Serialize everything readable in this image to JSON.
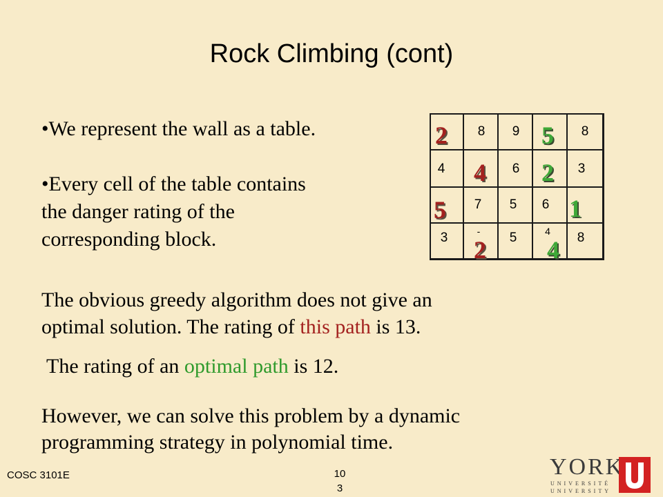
{
  "slide": {
    "title": "Rock Climbing (cont)",
    "bullet1": "•We represent the wall as a table.",
    "bullet2_line1": "•Every cell of the table contains",
    "bullet2_line2": "the danger rating of the",
    "bullet2_line3": "corresponding block.",
    "greedy_line1": "The obvious greedy algorithm does not give an",
    "greedy_line2_pre": " optimal solution.  The rating of ",
    "greedy_line2_highlight": "this path",
    "greedy_line2_post": " is 13.",
    "optimal_pre": "The rating of an ",
    "optimal_highlight": "optimal path",
    "optimal_post": " is 12.",
    "dp_line1": "However, we can solve this problem by a dynamic",
    "dp_line2": " programming strategy in polynomial time.",
    "highlight_colors": {
      "greedy": "#a3211f",
      "optimal": "#2f9a2c"
    }
  },
  "grid": {
    "rows": [
      [
        "",
        "8",
        "9",
        "",
        "8"
      ],
      [
        "4",
        "",
        "6",
        "",
        "3"
      ],
      [
        "",
        "7",
        "5",
        "6",
        ""
      ],
      [
        "3",
        "-",
        "5",
        "4",
        "8"
      ]
    ],
    "greedy_path": [
      "2",
      "4",
      "5",
      "2"
    ],
    "optimal_path": [
      "5",
      "2",
      "1",
      "4"
    ]
  },
  "footer": {
    "course": "COSC 3101E",
    "page": "10 3",
    "logo_text": "YORK",
    "logo_sub1": "UNIVERSITÉ",
    "logo_sub2": "UNIVERSITY"
  }
}
